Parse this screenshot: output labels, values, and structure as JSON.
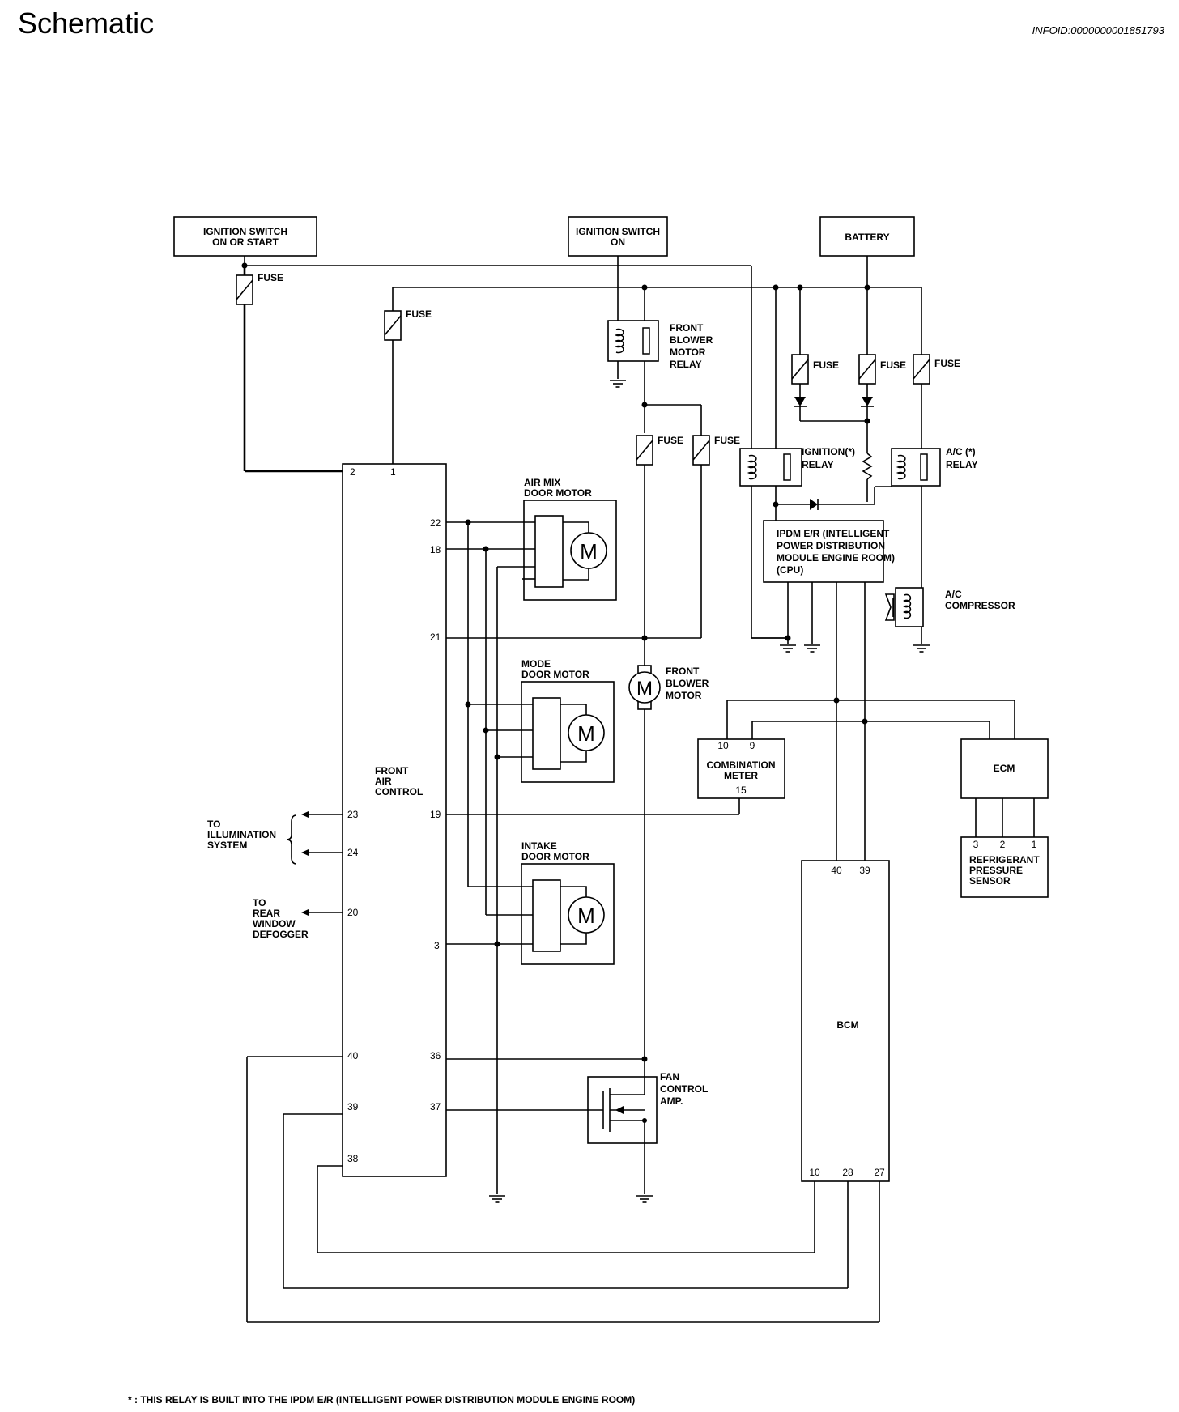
{
  "header": {
    "title": "Schematic",
    "info_id": "INFOID:0000000001851793"
  },
  "components": {
    "ign_on_start": [
      "IGNITION SWITCH",
      "ON OR START"
    ],
    "ign_on": [
      "IGNITION SWITCH",
      "ON"
    ],
    "battery": "BATTERY",
    "fuse": "FUSE",
    "front_blower_relay": [
      "FRONT",
      "BLOWER",
      "MOTOR",
      "RELAY"
    ],
    "ignition_relay": [
      "IGNITION(*)",
      "RELAY"
    ],
    "ac_relay": [
      "A/C (*)",
      "RELAY"
    ],
    "ipdm": [
      "IPDM E/R (INTELLIGENT",
      "POWER DISTRIBUTION",
      "MODULE ENGINE ROOM)",
      "(CPU)"
    ],
    "ac_compressor": [
      "A/C",
      "COMPRESSOR"
    ],
    "air_mix_motor": [
      "AIR MIX",
      "DOOR MOTOR"
    ],
    "mode_motor": [
      "MODE",
      "DOOR MOTOR"
    ],
    "intake_motor": [
      "INTAKE",
      "DOOR MOTOR"
    ],
    "front_blower_motor": [
      "FRONT",
      "BLOWER",
      "MOTOR"
    ],
    "front_air_control": [
      "FRONT",
      "AIR",
      "CONTROL"
    ],
    "combination_meter": [
      "COMBINATION",
      "METER"
    ],
    "ecm": "ECM",
    "refrigerant_sensor": [
      "REFRIGERANT",
      "PRESSURE",
      "SENSOR"
    ],
    "bcm": "BCM",
    "fan_control_amp": [
      "FAN",
      "CONTROL",
      "AMP."
    ],
    "to_illumination": [
      "TO",
      "ILLUMINATION",
      "SYSTEM"
    ],
    "to_rear_defogger": [
      "TO",
      "REAR",
      "WINDOW",
      "DEFOGGER"
    ],
    "motor_symbol": "M"
  },
  "pins": {
    "fac_top": [
      "2",
      "1"
    ],
    "fac_right": [
      "22",
      "18",
      "21",
      "19",
      "3",
      "36",
      "37"
    ],
    "fac_left": [
      "23",
      "24",
      "20",
      "40",
      "39",
      "38"
    ],
    "combination_meter": [
      "10",
      "9",
      "15"
    ],
    "refrigerant_sensor": [
      "3",
      "2",
      "1"
    ],
    "bcm_top": [
      "40",
      "39"
    ],
    "bcm_bottom": [
      "10",
      "28",
      "27"
    ]
  },
  "footnote": "* : THIS RELAY IS BUILT INTO THE IPDM E/R (INTELLIGENT POWER DISTRIBUTION MODULE ENGINE ROOM)"
}
